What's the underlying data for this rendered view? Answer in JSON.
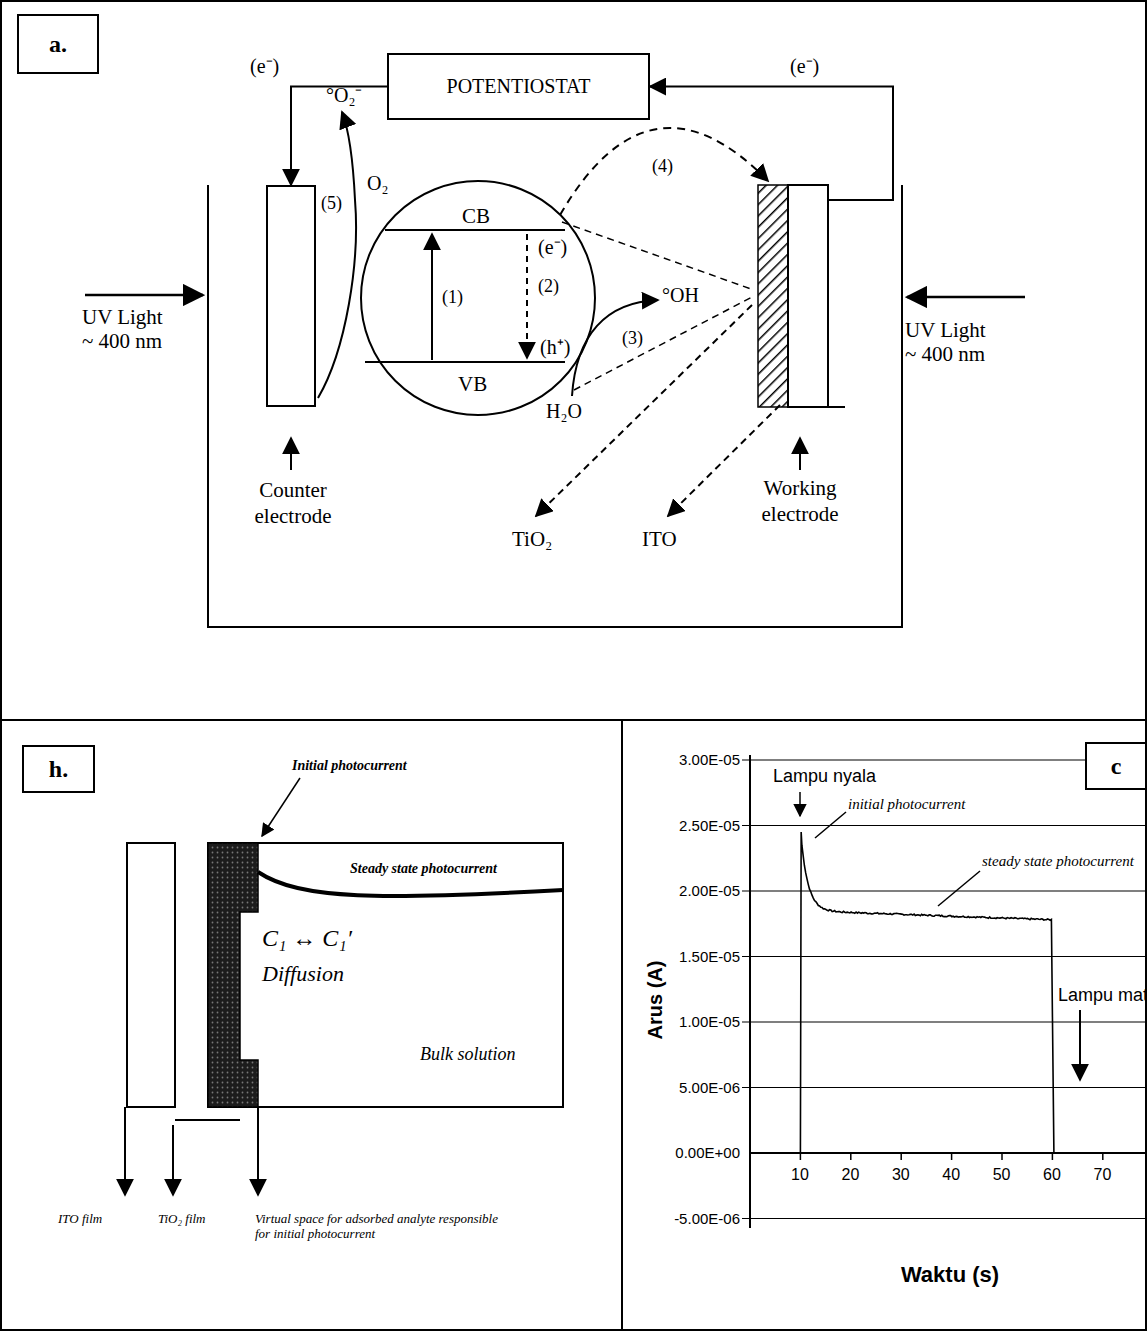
{
  "diagram": {
    "nodes": [
      {
        "text": [
          "a."
        ]
      },
      {
        "text": [
          "POTENTIOSTAT"
        ]
      },
      {
        "text": [
          "Counter electrode"
        ]
      },
      {
        "text": [
          "CB",
          "VB"
        ]
      },
      {
        "text": [
          "Working electrode"
        ]
      },
      {
        "text": [
          "h."
        ]
      },
      {
        "text": [
          "c"
        ]
      }
    ],
    "edges": [
      {
        "from": 1,
        "to": 2,
        "label": "(e⁻)",
        "arrow": "to"
      },
      {
        "from": 4,
        "to": 1,
        "label": "(e⁻)",
        "arrow": "to"
      }
    ],
    "labels": [
      "°O₂⁻",
      "O₂",
      "(5)",
      "(4)",
      "(e⁻)",
      "(1)",
      "(2)",
      "(h⁺)",
      "(3)",
      "°OH",
      "H₂O",
      "TiO₂",
      "ITO",
      "UV Light ~ 400 nm",
      "UV Light ~ 400 nm",
      "Initial photocurrent",
      "Steady state photocurrent",
      "C₁ ↔ C₁′",
      "Diffusion",
      "Bulk solution",
      "ITO film",
      "TiO₂ film",
      "Virtual space for adsorbed analyte responsible for initial photocurrent",
      "3.00E-05",
      "2.50E-05",
      "2.00E-05",
      "1.50E-05",
      "1.00E-05",
      "5.00E-06",
      "0.00E+00",
      "-5.00E-06",
      "10",
      "20",
      "30",
      "40",
      "50",
      "60",
      "70",
      "Lampu nyala",
      "initial photocurrent",
      "steady state photocurrent",
      "Lampu mat",
      "Arus (A)",
      "Waktu (s)"
    ]
  }
}
